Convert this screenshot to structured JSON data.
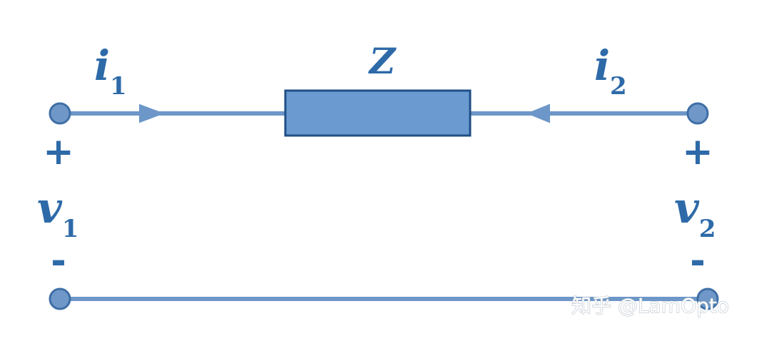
{
  "colors": {
    "wire": "#6d97c8",
    "terminal_fill": "#6f98c8",
    "terminal_stroke": "#3f6fa6",
    "impedance_fill": "#6a9ad0",
    "impedance_stroke": "#1f4f86",
    "label": "#2e6aa8"
  },
  "labels": {
    "impedance": "Z",
    "current_left": {
      "symbol": "i",
      "sub": "1"
    },
    "current_right": {
      "symbol": "i",
      "sub": "2"
    },
    "voltage_left": {
      "symbol": "v",
      "sub": "1"
    },
    "voltage_right": {
      "symbol": "v",
      "sub": "2"
    },
    "plus": "+",
    "minus": "-"
  },
  "watermark": "知乎 @LamOpto"
}
